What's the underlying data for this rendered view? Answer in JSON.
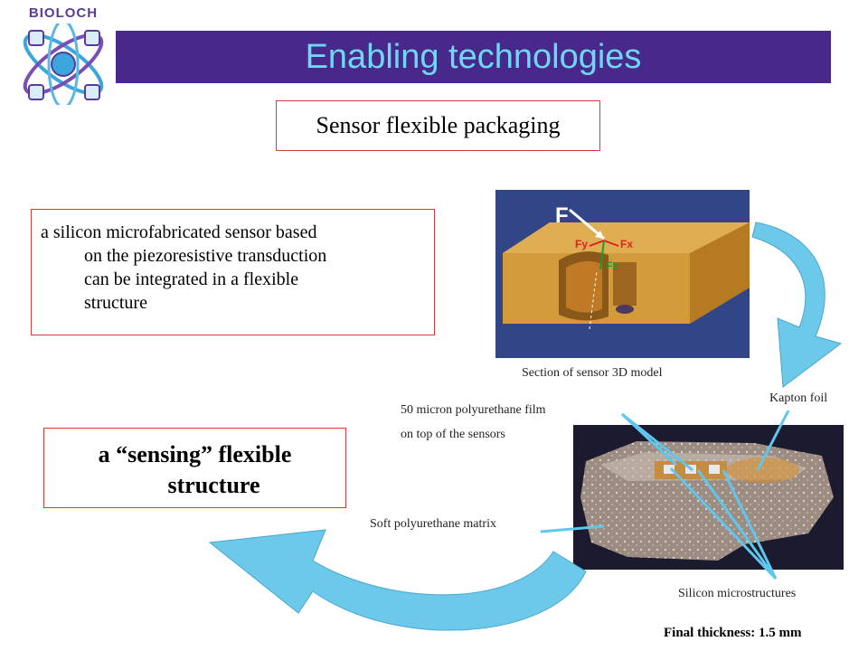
{
  "logo": {
    "text": "BIOLOCH"
  },
  "title": "Enabling technologies",
  "subtitle": "Sensor flexible packaging",
  "description": {
    "lines": [
      "a silicon microfabricated sensor based",
      "on the piezoresistive transduction",
      "can be integrated in a flexible",
      "structure"
    ]
  },
  "sensing": {
    "line1": "a “sensing” flexible",
    "line2": "structure"
  },
  "model": {
    "force_label": "F",
    "fy_label": "Fy",
    "fx_label": "Fx",
    "fz_label": "Fz",
    "caption": "Section of sensor 3D model"
  },
  "photo": {
    "labels": {
      "kapton": "Kapton foil",
      "film_line1": "50 micron polyurethane film",
      "film_line2": "on top of the sensors",
      "matrix": "Soft polyurethane matrix",
      "silicon": "Silicon microstructures"
    }
  },
  "final_thickness": "Final thickness: 1.5 mm",
  "colors": {
    "title_bar": "#48288a",
    "title_text": "#6fd7f5",
    "box_border": "#d33b3b",
    "arrow": "#6cc9ea",
    "leader": "#5fc6ee",
    "model_bg": "#2a3a78",
    "block": "#d39a3a"
  }
}
